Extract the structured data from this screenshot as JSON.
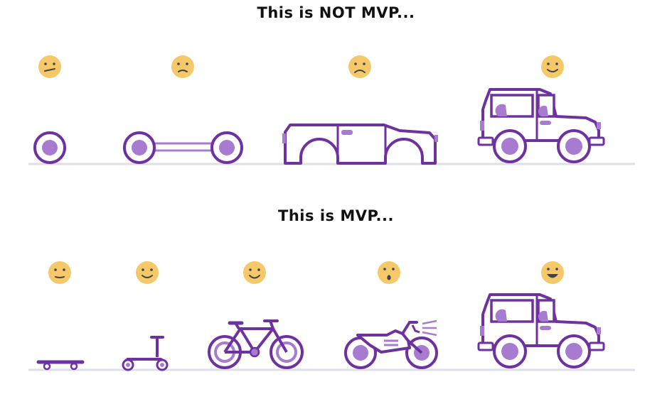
{
  "titles": {
    "not_mvp": "This is NOT MVP...",
    "mvp": "This is MVP..."
  },
  "colors": {
    "stroke": "#6e32a0",
    "fill": "#a77cd0",
    "face": "#f5c96a",
    "ground": "#dedee6"
  },
  "not_mvp_sequence": [
    {
      "stage": "wheel-icon",
      "mood": "confused"
    },
    {
      "stage": "axle-icon",
      "mood": "unhappy"
    },
    {
      "stage": "car-body-icon",
      "mood": "sad"
    },
    {
      "stage": "car-icon",
      "mood": "happy"
    }
  ],
  "mvp_sequence": [
    {
      "stage": "skateboard-icon",
      "mood": "neutral"
    },
    {
      "stage": "scooter-icon",
      "mood": "content"
    },
    {
      "stage": "bicycle-icon",
      "mood": "happy"
    },
    {
      "stage": "motorcycle-icon",
      "mood": "surprised"
    },
    {
      "stage": "car-icon",
      "mood": "delighted"
    }
  ]
}
